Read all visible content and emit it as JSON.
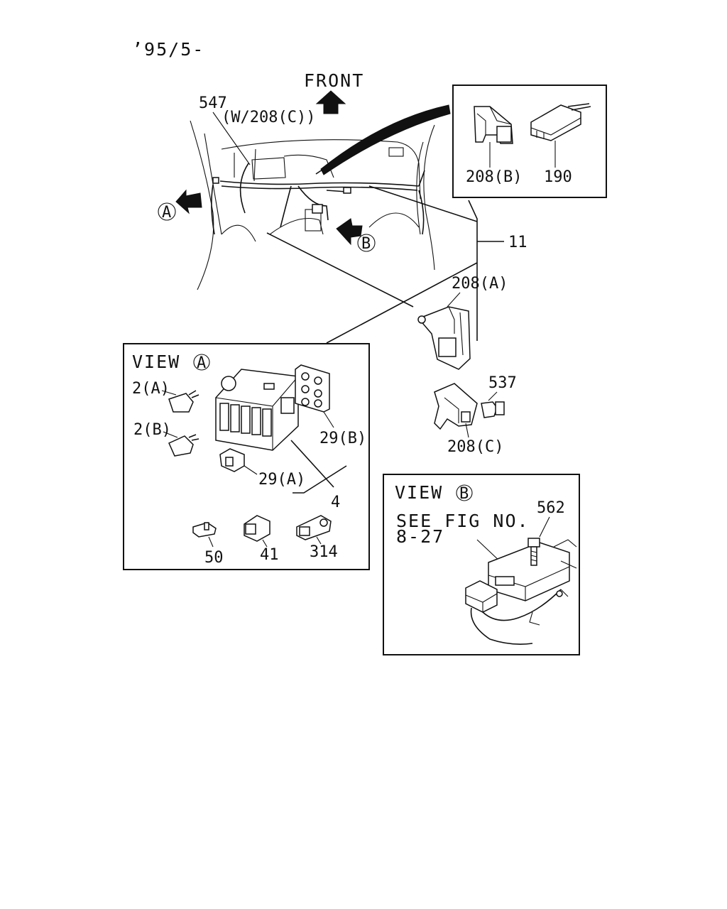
{
  "header": {
    "date_code": "’95/5-"
  },
  "main_view": {
    "front_label": "FRONT",
    "arrow_a_letter": "A",
    "arrow_b_letter": "B",
    "callouts": {
      "p547": "547",
      "p547_note": "(W/208(C))",
      "p11": "11",
      "p208a": "208(A)",
      "p537": "537",
      "p208c": "208(C)"
    }
  },
  "inset_top_right": {
    "callouts": {
      "p208b": "208(B)",
      "p190": "190"
    }
  },
  "view_a": {
    "title_word": "VIEW",
    "title_letter": "A",
    "callouts": {
      "p2a": "2(A)",
      "p2b": "2(B)",
      "p29b": "29(B)",
      "p29a": "29(A)",
      "p4": "4",
      "p50": "50",
      "p41": "41",
      "p314": "314"
    }
  },
  "view_b": {
    "title_word": "VIEW",
    "title_letter": "B",
    "see_fig_line1": "SEE FIG NO.",
    "see_fig_line2": "8-27",
    "callouts": {
      "p562": "562"
    }
  }
}
